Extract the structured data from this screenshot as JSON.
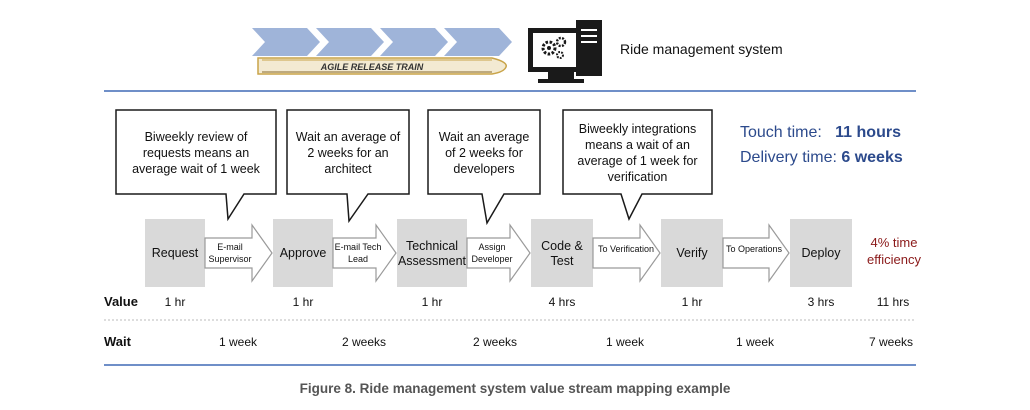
{
  "header": {
    "train_label": "AGILE RELEASE TRAIN",
    "system_title": "Ride management system"
  },
  "callouts": [
    "Biweekly review of requests means an average wait of 1 week",
    "Wait an average of 2 weeks for an architect",
    "Wait an average of 2 weeks for developers",
    "Biweekly integrations means a wait of an average of 1 week for verification"
  ],
  "metrics": {
    "touch_label": "Touch time:",
    "touch_value": "11 hours",
    "delivery_label": "Delivery time:",
    "delivery_value": "6 weeks"
  },
  "steps": [
    {
      "label": "Request",
      "value": "1 hr"
    },
    {
      "label": "Approve",
      "value": "1 hr"
    },
    {
      "label": "Technical Assessment",
      "value": "1 hr"
    },
    {
      "label": "Code & Test",
      "value": "4 hrs"
    },
    {
      "label": "Verify",
      "value": "1 hr"
    },
    {
      "label": "Deploy",
      "value": "3 hrs"
    }
  ],
  "handoffs": [
    {
      "label": "E-mail Supervisor",
      "wait": "1 week"
    },
    {
      "label": "E-mail Tech Lead",
      "wait": "2 weeks"
    },
    {
      "label": "Assign Developer",
      "wait": "2 weeks"
    },
    {
      "label": "To Verification",
      "wait": "1 week"
    },
    {
      "label": "To Operations",
      "wait": "1 week"
    }
  ],
  "efficiency": "4% time efficiency",
  "rows": {
    "value_label": "Value",
    "wait_label": "Wait",
    "value_total": "11 hrs",
    "wait_total": "7 weeks"
  },
  "caption": "Figure 8. Ride management system value stream mapping example",
  "colors": {
    "chevron": "#9fb4d9",
    "rule": "#6f8fc8",
    "step_box": "#d9d9d9",
    "metric": "#2c4a8c",
    "efficiency": "#8b1a1a"
  }
}
